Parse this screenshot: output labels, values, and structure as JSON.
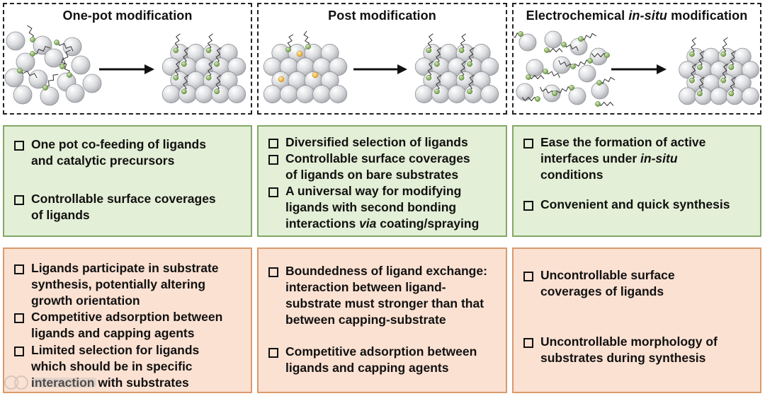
{
  "columns": [
    {
      "title": "One-pot modification",
      "pros": [
        "One pot co-feeding of ligands\nand catalytic precursors",
        "Controllable surface coverages\nof ligands"
      ],
      "cons": [
        "Ligands participate in substrate\nsynthesis, potentially altering\ngrowth orientation",
        "Competitive adsorption between\nligands and capping agents",
        "Limited selection for ligands\nwhich should be in specific\ninteraction with substrates"
      ]
    },
    {
      "title": "Post modification",
      "pros": [
        "Diversified selection of ligands",
        "Controllable surface coverages\nof ligands on bare substrates",
        "A universal way for modifying\nligands with second bonding\ninteractions via coating/spraying"
      ],
      "cons": [
        "Boundedness of ligand exchange:\ninteraction between ligand-\nsubstrate must stronger than that\nbetween capping-substrate",
        "Competitive adsorption between\nligands and capping agents"
      ]
    },
    {
      "title_pre": "Electrochemical ",
      "title_em": "in-situ",
      "title_post": " modification",
      "pros": [
        "Ease the formation of active\ninterfaces under in-situ\nconditions",
        "Convenient and quick synthesis"
      ],
      "cons": [
        "Uncontrollable surface\ncoverages  of ligands",
        "Uncontrollable morphology of\nsubstrates during synthesis"
      ]
    }
  ],
  "colors": {
    "pros_bg": "#e3efd6",
    "pros_border": "#84a867",
    "cons_bg": "#fbe1d2",
    "cons_border": "#d99a6c",
    "sphere": "#d9dadc",
    "ligand_head": "#7aa64e",
    "precursor": "#f2b632"
  }
}
